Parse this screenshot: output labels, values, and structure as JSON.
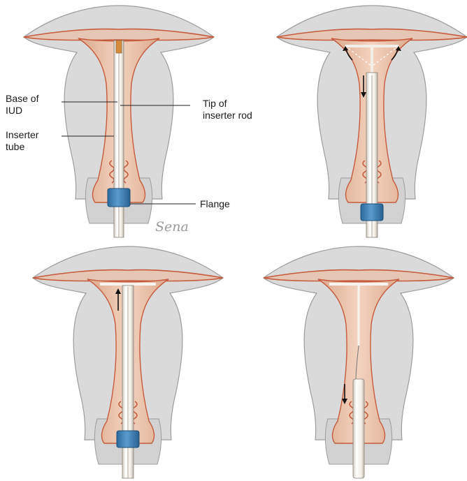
{
  "labels": {
    "base_of_iud": [
      "Base of",
      "IUD"
    ],
    "tip_of_rod": [
      "Tip of",
      "inserter rod"
    ],
    "inserter_tube": [
      "Inserter",
      "tube"
    ],
    "flange": "Flange"
  },
  "signature": "Sena",
  "colors": {
    "tissue_outer": "#dcdcdc",
    "tissue_stroke": "#9e9e9e",
    "cavity_fill": "#e6bba0",
    "cavity_edge": "#c65a3c",
    "flange": "#3b7fb5",
    "tube": "#f6f3ee",
    "arrow": "#111111"
  },
  "panels": [
    {
      "name": "panel-1",
      "step": 1,
      "flange_shown": true
    },
    {
      "name": "panel-2",
      "step": 2,
      "flange_shown": true
    },
    {
      "name": "panel-3",
      "step": 3,
      "flange_shown": true
    },
    {
      "name": "panel-4",
      "step": 4,
      "flange_shown": false
    }
  ]
}
